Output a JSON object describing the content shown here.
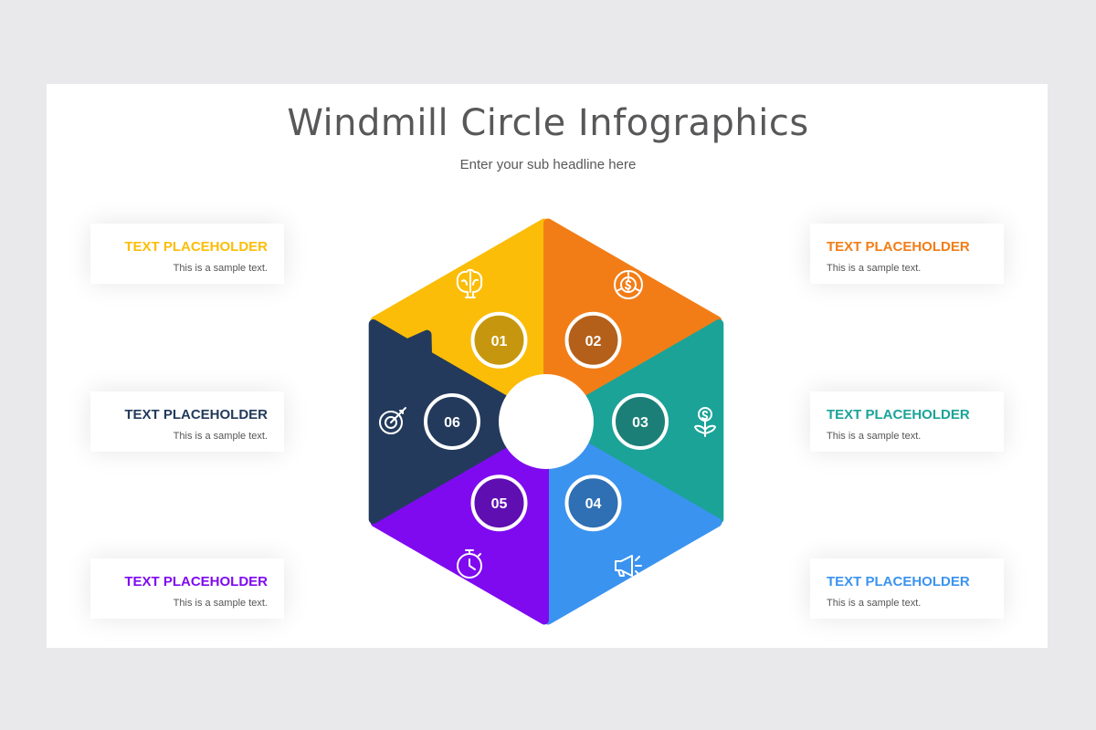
{
  "title": "Windmill Circle Infographics",
  "subtitle": "Enter your sub headline here",
  "segments": [
    {
      "number": "01",
      "color": "#fbbd08",
      "badge": "#c6970e",
      "icon": "brain-icon"
    },
    {
      "number": "02",
      "color": "#f27d17",
      "badge": "#b4601a",
      "icon": "money-chart-icon"
    },
    {
      "number": "03",
      "color": "#1ba398",
      "badge": "#1c7f77",
      "icon": "money-plant-icon"
    },
    {
      "number": "04",
      "color": "#3b93f0",
      "badge": "#2f6fb3",
      "icon": "megaphone-icon"
    },
    {
      "number": "05",
      "color": "#7f0af0",
      "badge": "#5e0eb1",
      "icon": "stopwatch-icon"
    },
    {
      "number": "06",
      "color": "#233a5c",
      "badge": "#233a5c",
      "icon": "target-icon"
    }
  ],
  "cards": [
    {
      "title": "TEXT PLACEHOLDER",
      "text": "This is a sample text.",
      "color": "#fbbd08"
    },
    {
      "title": "TEXT PLACEHOLDER",
      "text": "This is a sample text.",
      "color": "#f27d17"
    },
    {
      "title": "TEXT PLACEHOLDER",
      "text": "This is a sample text.",
      "color": "#233a5c"
    },
    {
      "title": "TEXT PLACEHOLDER",
      "text": "This is a sample text.",
      "color": "#1ba398"
    },
    {
      "title": "TEXT PLACEHOLDER",
      "text": "This is a sample text.",
      "color": "#7f0af0"
    },
    {
      "title": "TEXT PLACEHOLDER",
      "text": "This is a sample text.",
      "color": "#3b93f0"
    }
  ]
}
